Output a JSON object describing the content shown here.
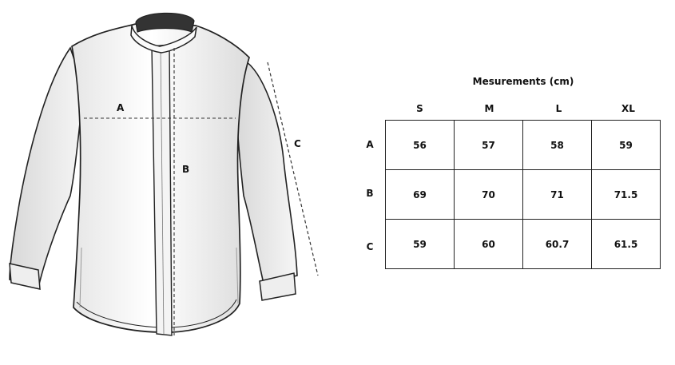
{
  "diagram": {
    "labels": {
      "a": "A",
      "b": "B",
      "c": "C"
    }
  },
  "table": {
    "title": "Mesurements (cm)",
    "columns": [
      "S",
      "M",
      "L",
      "XL"
    ],
    "rows": [
      {
        "label": "A",
        "values": [
          "56",
          "57",
          "58",
          "59"
        ]
      },
      {
        "label": "B",
        "values": [
          "69",
          "70",
          "71",
          "71.5"
        ]
      },
      {
        "label": "C",
        "values": [
          "59",
          "60",
          "60.7",
          "61.5"
        ]
      }
    ]
  },
  "colors": {
    "line": "#222222",
    "shade": "#d9d9d9",
    "collar_inner": "#333333"
  }
}
